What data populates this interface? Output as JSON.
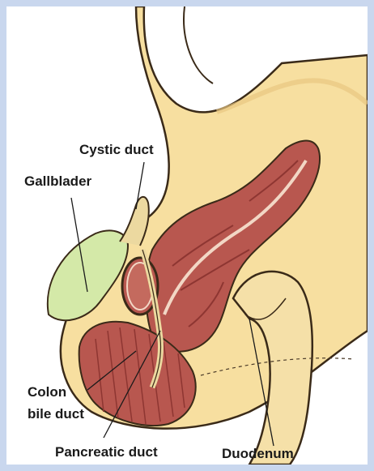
{
  "labels": {
    "cystic_duct": "Cystic duct",
    "gallbladder": "Gallblader",
    "colon": "Colon",
    "bile_duct": "bile duct",
    "pancreatic_duct": "Pancreatic duct",
    "duodenum": "Duodenum"
  },
  "colors": {
    "frame": "#c9d7ee",
    "background": "#ffffff",
    "stomach": "#f7dfa0",
    "stomach_outline": "#3a2a18",
    "pancreas": "#b8574f",
    "pancreas_dark": "#8e3632",
    "gallbladder": "#d4e9a8",
    "duct": "#ecd9a0",
    "duodenum": "#f5e0a8"
  }
}
